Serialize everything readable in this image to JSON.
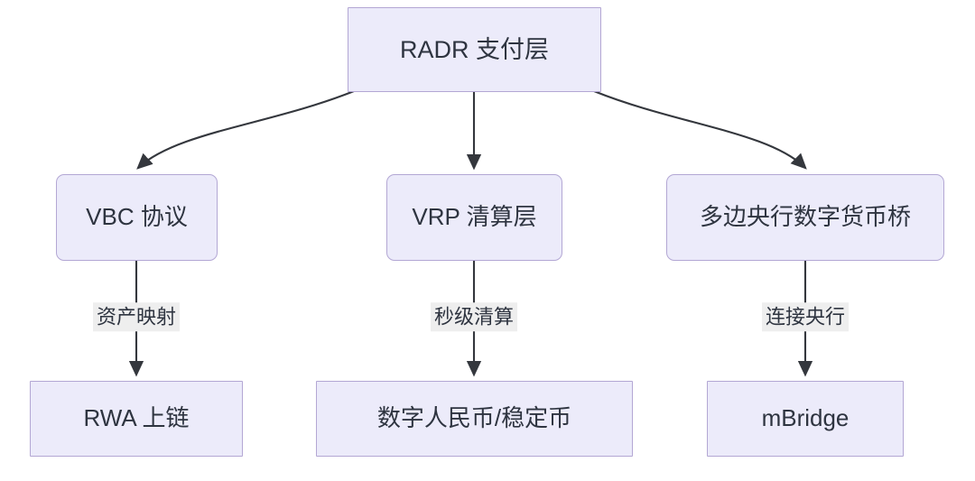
{
  "diagram": {
    "type": "flowchart",
    "direction": "top-down",
    "background_color": "#ffffff",
    "node_fill_color": "#ecebfa",
    "node_border_color": "#b3a7d4",
    "edge_color": "#34373d",
    "edge_label_background": "#eeeeee",
    "text_color": "#2e3440",
    "nodes": [
      {
        "id": "root",
        "label": "RADR 支付层",
        "shape": "rectangle",
        "row": 0
      },
      {
        "id": "vbc",
        "label": "VBC 协议",
        "shape": "rounded-rectangle",
        "row": 1
      },
      {
        "id": "vrp",
        "label": "VRP 清算层",
        "shape": "rounded-rectangle",
        "row": 1
      },
      {
        "id": "cbdc",
        "label": "多边央行数字货币桥",
        "shape": "rounded-rectangle",
        "row": 1
      },
      {
        "id": "rwa",
        "label": "RWA 上链",
        "shape": "rectangle",
        "row": 2
      },
      {
        "id": "cny",
        "label": "数字人民币/稳定币",
        "shape": "rectangle",
        "row": 2
      },
      {
        "id": "mbridge",
        "label": "mBridge",
        "shape": "rectangle",
        "row": 2
      }
    ],
    "edges": [
      {
        "id": "root-vbc",
        "from": "root",
        "to": "vbc",
        "label": "",
        "style": "curved-arrow"
      },
      {
        "id": "root-vrp",
        "from": "root",
        "to": "vrp",
        "label": "",
        "style": "straight-arrow"
      },
      {
        "id": "root-cbdc",
        "from": "root",
        "to": "cbdc",
        "label": "",
        "style": "curved-arrow"
      },
      {
        "id": "vbc-rwa",
        "from": "vbc",
        "to": "rwa",
        "label": "资产映射",
        "style": "straight-arrow"
      },
      {
        "id": "vrp-cny",
        "from": "vrp",
        "to": "cny",
        "label": "秒级清算",
        "style": "straight-arrow"
      },
      {
        "id": "cbdc-mbridge",
        "from": "cbdc",
        "to": "mbridge",
        "label": "连接央行",
        "style": "straight-arrow"
      }
    ]
  }
}
